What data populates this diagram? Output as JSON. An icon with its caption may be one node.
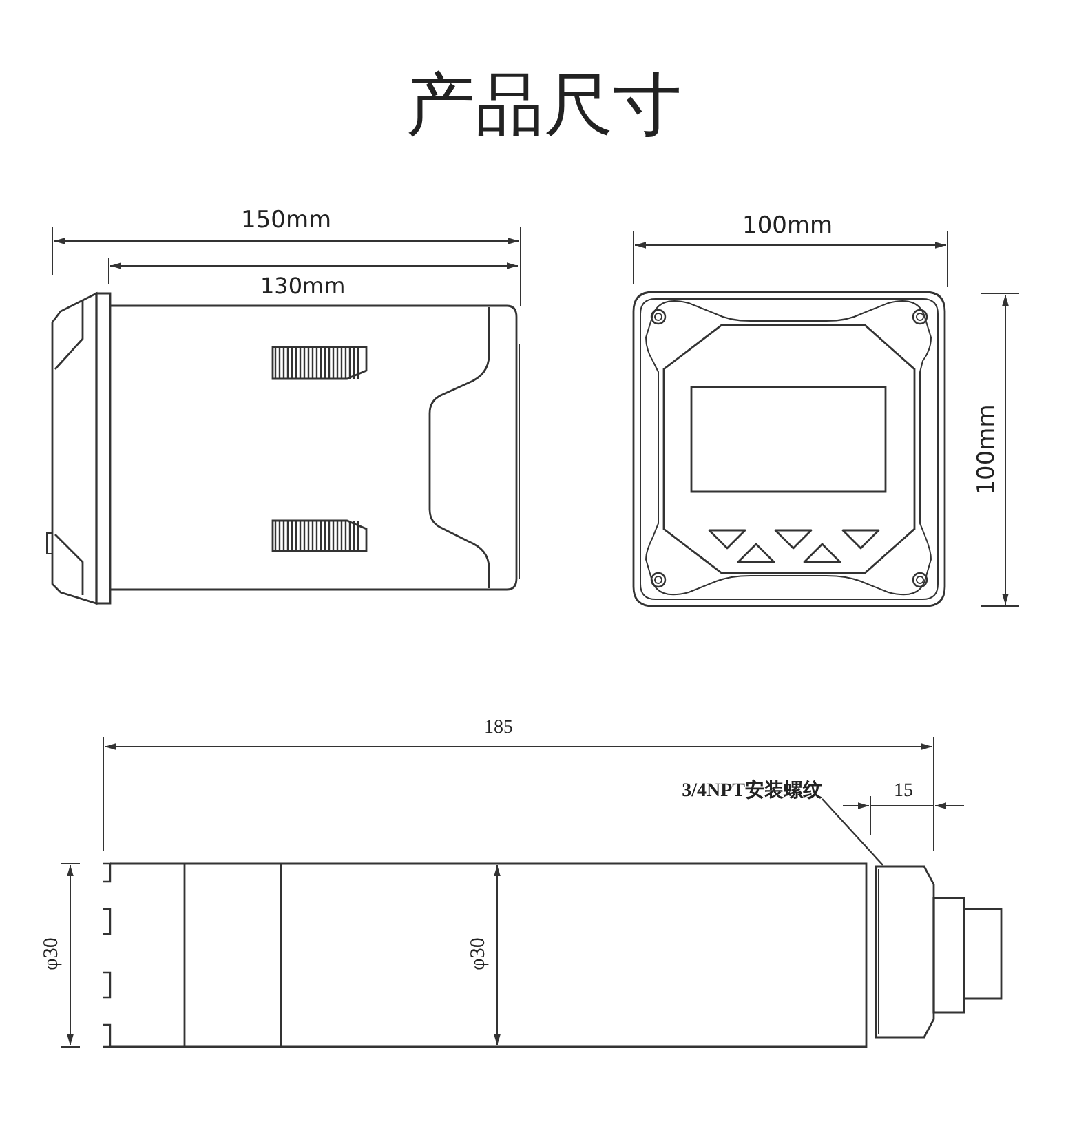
{
  "diagram": {
    "title": "产品尺寸",
    "nodes": [
      {
        "text": [
          "3/4NPT安装螺纹"
        ]
      },
      {
        "text": [],
        "shape": "box"
      }
    ],
    "edges": [
      {
        "from": 0,
        "to": 1,
        "arrow": "none"
      }
    ],
    "labels": [
      "150mm",
      "130mm",
      "100mm",
      "100mm",
      "185",
      "15",
      "φ30",
      "φ30"
    ]
  }
}
